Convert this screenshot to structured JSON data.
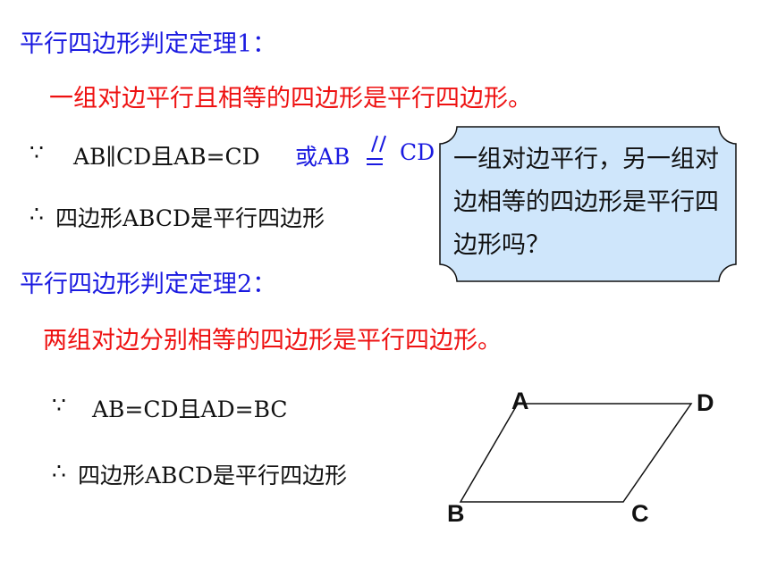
{
  "theorem1": {
    "title": "平行四边形判定定理1：",
    "statement": "一组对边平行且相等的四边形是平行四边形。",
    "because_symbol": "∵",
    "condition": "AB∥CD且AB=CD",
    "or_text": "或AB",
    "cd_text": "CD",
    "therefore_symbol": "∴",
    "conclusion": "四边形ABCD是平行四边形"
  },
  "callout": {
    "question": "一组对边平行，另一组对边相等的四边形是平行四边形吗？"
  },
  "theorem2": {
    "title": "平行四边形判定定理2：",
    "statement": "两组对边分别相等的四边形是平行四边形。",
    "because_symbol": "∵",
    "condition": "AB=CD且AD=BC",
    "therefore_symbol": "∴",
    "conclusion": "四边形ABCD是平行四边形"
  },
  "figure": {
    "labels": {
      "A": "A",
      "B": "B",
      "C": "C",
      "D": "D"
    }
  },
  "colors": {
    "heading": "#1a1ae0",
    "statement": "#ee1111",
    "body": "#111111",
    "callout_fill": "#cfe6fb",
    "callout_stroke": "#111111"
  }
}
